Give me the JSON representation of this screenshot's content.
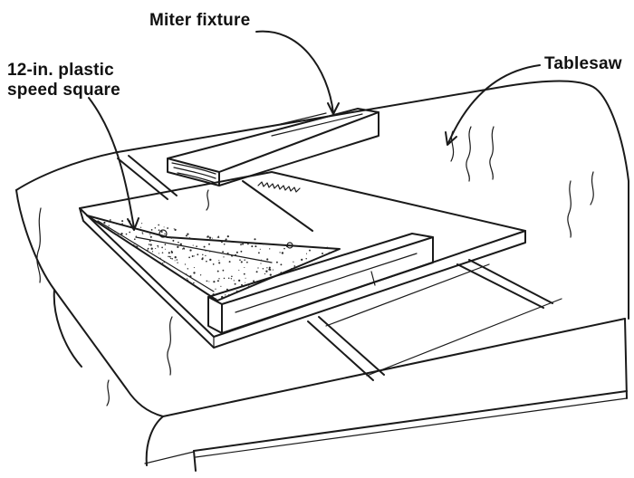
{
  "labels": {
    "miter_fixture": "Miter fixture",
    "speed_square_line1": "12-in. plastic",
    "speed_square_line2": "speed square",
    "tablesaw": "Tablesaw"
  },
  "colors": {
    "ink": "#1a1a1a",
    "background": "#ffffff",
    "speckle": "#2a2a2a"
  }
}
